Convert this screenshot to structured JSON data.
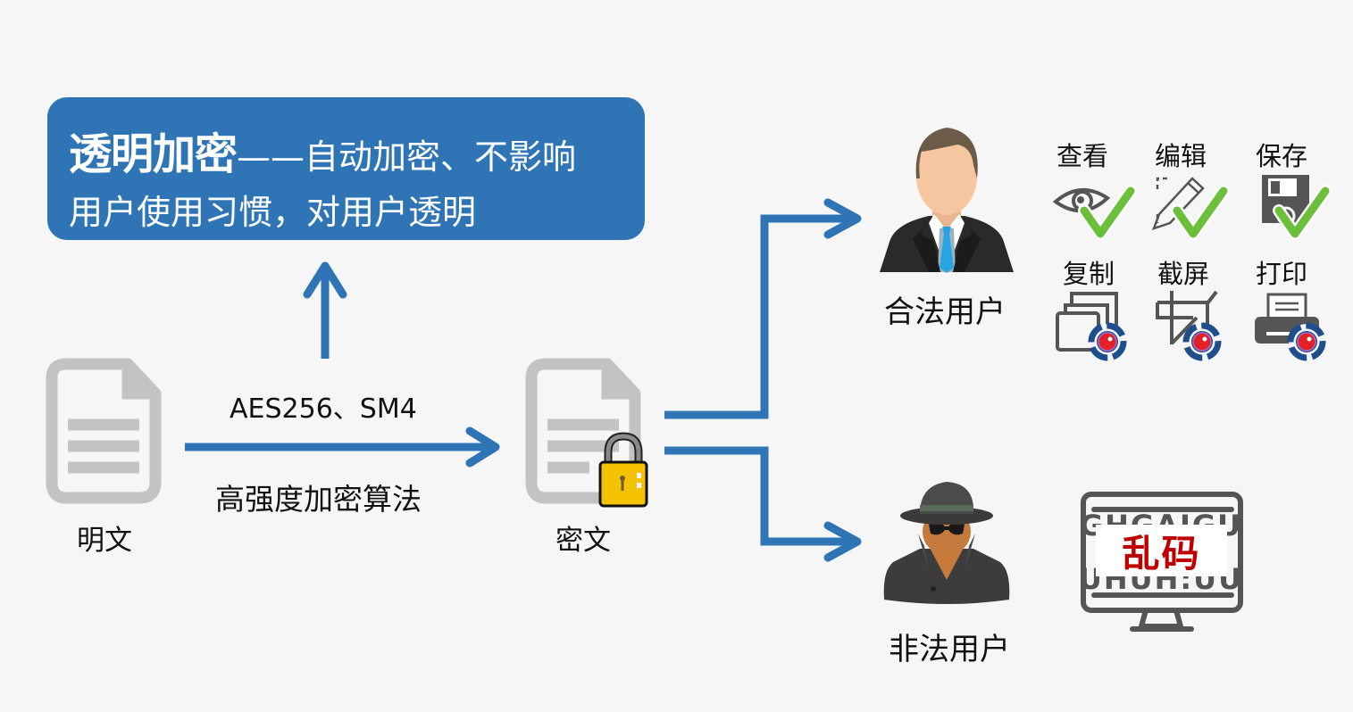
{
  "banner": {
    "title_bold": "透明加密",
    "title_rest": "——自动加密、不影响",
    "line2": "用户使用习惯，对用户透明"
  },
  "plaintext": {
    "label": "明文",
    "icon": "document-icon"
  },
  "ciphertext": {
    "label": "密文",
    "icon": "locked-document-icon"
  },
  "algorithm": {
    "top_label": "AES256、SM4",
    "bottom_label": "高强度加密算法"
  },
  "legal_user": {
    "label": "合法用户",
    "icon": "businessman-avatar-icon",
    "allowed_actions": [
      {
        "label": "查看",
        "icon": "eye-icon",
        "status": "allowed"
      },
      {
        "label": "编辑",
        "icon": "pencil-icon",
        "status": "allowed"
      },
      {
        "label": "保存",
        "icon": "floppy-disk-icon",
        "status": "allowed"
      }
    ],
    "monitored_actions": [
      {
        "label": "复制",
        "icon": "copy-icon",
        "status": "recorded"
      },
      {
        "label": "截屏",
        "icon": "screenshot-crop-icon",
        "status": "recorded"
      },
      {
        "label": "打印",
        "icon": "printer-icon",
        "status": "recorded"
      }
    ]
  },
  "illegal_user": {
    "label": "非法用户",
    "icon": "spy-avatar-icon",
    "result_label": "乱码",
    "result_icon": "garbled-monitor-icon"
  },
  "colors": {
    "accent": "#2f75b5",
    "background": "#f6f6f6",
    "check_green": "#6cbf3b",
    "garbled_red": "#c00000",
    "lock_yellow": "#f5c200",
    "record_blue": "#1f4e8c",
    "record_red": "#e32028"
  }
}
